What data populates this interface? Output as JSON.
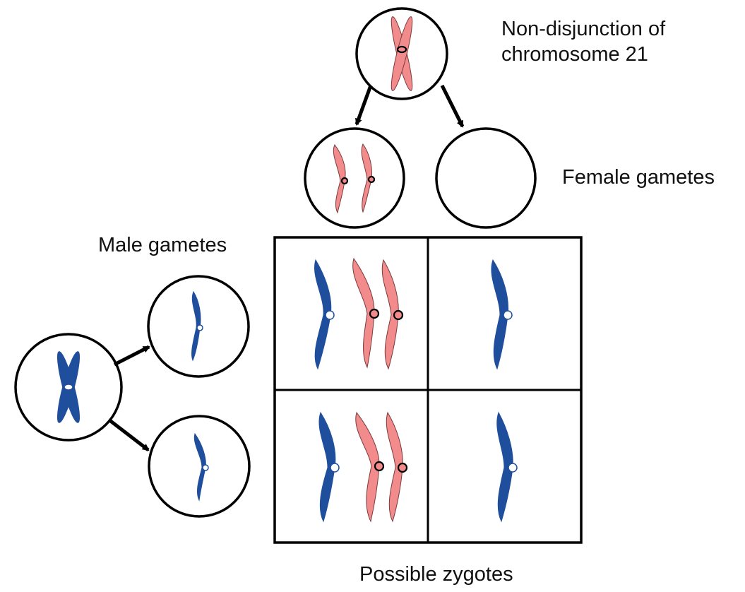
{
  "labels": {
    "nondisjunction_line1": "Non-disjunction of",
    "nondisjunction_line2": "chromosome 21",
    "female_gametes": "Female gametes",
    "male_gametes": "Male gametes",
    "possible_zygotes": "Possible zygotes"
  },
  "colors": {
    "maternal_chromosome": "#f28b8b",
    "paternal_chromosome": "#1f4e9c",
    "outline": "#000000"
  }
}
